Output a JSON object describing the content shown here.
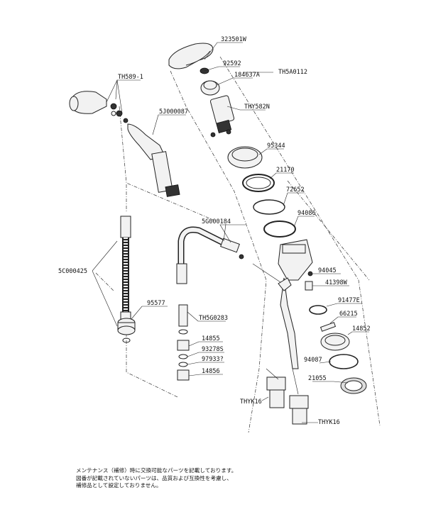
{
  "parts": [
    {
      "id": "handle",
      "label": "323501W"
    },
    {
      "id": "screw",
      "label": "92592"
    },
    {
      "id": "cap",
      "label": "184637A"
    },
    {
      "id": "valve-unit",
      "label": "TH5A0112"
    },
    {
      "id": "cartridge",
      "label": "THY582N"
    },
    {
      "id": "shower-head",
      "label": "TH589-1"
    },
    {
      "id": "spout",
      "label": "5J000087"
    },
    {
      "id": "nut-cover",
      "label": "95344"
    },
    {
      "id": "ring-21170",
      "label": "21170"
    },
    {
      "id": "ring-72652",
      "label": "72652"
    },
    {
      "id": "ring-94086",
      "label": "94086"
    },
    {
      "id": "supply-pipe",
      "label": "5G000184"
    },
    {
      "id": "hose",
      "label": "5C000425"
    },
    {
      "id": "fitting-94045",
      "label": "94045"
    },
    {
      "id": "fitting-41398w",
      "label": "41398W"
    },
    {
      "id": "oring-91477e",
      "label": "91477E"
    },
    {
      "id": "weight",
      "label": "95577"
    },
    {
      "id": "adapter",
      "label": "TH5G0283"
    },
    {
      "id": "ring-66215",
      "label": "66215"
    },
    {
      "id": "nut-14852",
      "label": "14852"
    },
    {
      "id": "nut-14855",
      "label": "14855"
    },
    {
      "id": "washer-93278s",
      "label": "93278S"
    },
    {
      "id": "washer-97933",
      "label": "97933?"
    },
    {
      "id": "washer-94087",
      "label": "94087"
    },
    {
      "id": "nut-14856",
      "label": "14856"
    },
    {
      "id": "ring-21055",
      "label": "21055"
    },
    {
      "id": "thyk16-left",
      "label": "THYK16"
    },
    {
      "id": "thyk16-right",
      "label": "THYK16"
    }
  ],
  "note": [
    "メンテナンス（補修）時に交換可能なパーツを記載しております。",
    "図番が記載されていないパーツは、品質および互換性を考慮し、",
    "補修品として設定しておりません。"
  ]
}
